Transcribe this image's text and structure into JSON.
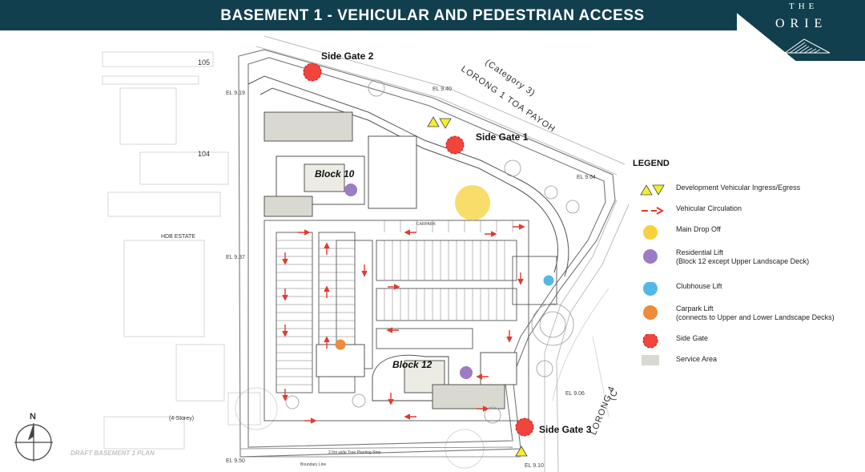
{
  "header": {
    "title": "BASEMENT 1 - VEHICULAR AND PEDESTRIAN ACCESS"
  },
  "brand": {
    "the": "THE",
    "name": "ORIE"
  },
  "plan": {
    "gates": [
      {
        "id": "side-gate-2",
        "label": "Side Gate 2"
      },
      {
        "id": "side-gate-1",
        "label": "Side Gate 1"
      },
      {
        "id": "side-gate-3",
        "label": "Side Gate 3"
      }
    ],
    "blocks": [
      {
        "id": "block-10",
        "label": "Block 10"
      },
      {
        "id": "block-12",
        "label": "Block 12"
      }
    ],
    "roads": {
      "toa_payoh_line1": "LORONG 1 TOA PAYOH",
      "toa_payoh_line2": "(Category 3)",
      "lorong4": "LORONG 4",
      "lorong4_suffix": "(C"
    },
    "surroundings": {
      "lot_105": "105",
      "lot_104": "104",
      "hdb_estate": "HDB ESTATE",
      "four_storey": "(4-Storey)"
    },
    "small_labels": {
      "el_919": "EL 9.19",
      "el_937": "EL 9.37",
      "el_950": "EL 9.50",
      "el_940": "EL 9.40",
      "el_964": "EL 9.64",
      "el_906": "EL 9.06",
      "el_910": "EL 9.10",
      "carpark": "CARPARK",
      "planting_strip": "2.0m wide Tree Planting Strip",
      "boundary_line": "Boundary Line"
    },
    "draft_label": "DRAFT BASEMENT 1 PLAN",
    "north_label": "N"
  },
  "legend": {
    "title": "LEGEND",
    "items": [
      {
        "symbol": "yellow-triangles",
        "text": "Development Vehicular Ingress/Egress",
        "subtext": ""
      },
      {
        "symbol": "red-dashed-arrow",
        "text": "Vehicular Circulation",
        "subtext": ""
      },
      {
        "symbol": "yellow-circle",
        "text": "Main Drop Off",
        "subtext": ""
      },
      {
        "symbol": "purple-circle",
        "text": "Residential Lift",
        "subtext": "(Block 12 except Upper Landscape Deck)"
      },
      {
        "symbol": "blue-circle",
        "text": "Clubhouse Lift",
        "subtext": ""
      },
      {
        "symbol": "orange-circle",
        "text": "Carpark Lift",
        "subtext": "(connects to Upper and Lower Landscape Decks)"
      },
      {
        "symbol": "red-dashed-circle",
        "text": "Side Gate",
        "subtext": ""
      },
      {
        "symbol": "grey-square",
        "text": "Service Area",
        "subtext": ""
      }
    ]
  },
  "colors": {
    "header_bg": "#123f4e",
    "gate_red": "#f0443c",
    "drop_off_yellow": "#f7d23a",
    "residential_purple": "#9d7cc6",
    "clubhouse_blue": "#53b8e8",
    "carpark_orange": "#f08a3c",
    "service_grey": "#d9d9d2",
    "triangle_yellow": "#f4ee2a",
    "arrow_red": "#e23a2e"
  }
}
